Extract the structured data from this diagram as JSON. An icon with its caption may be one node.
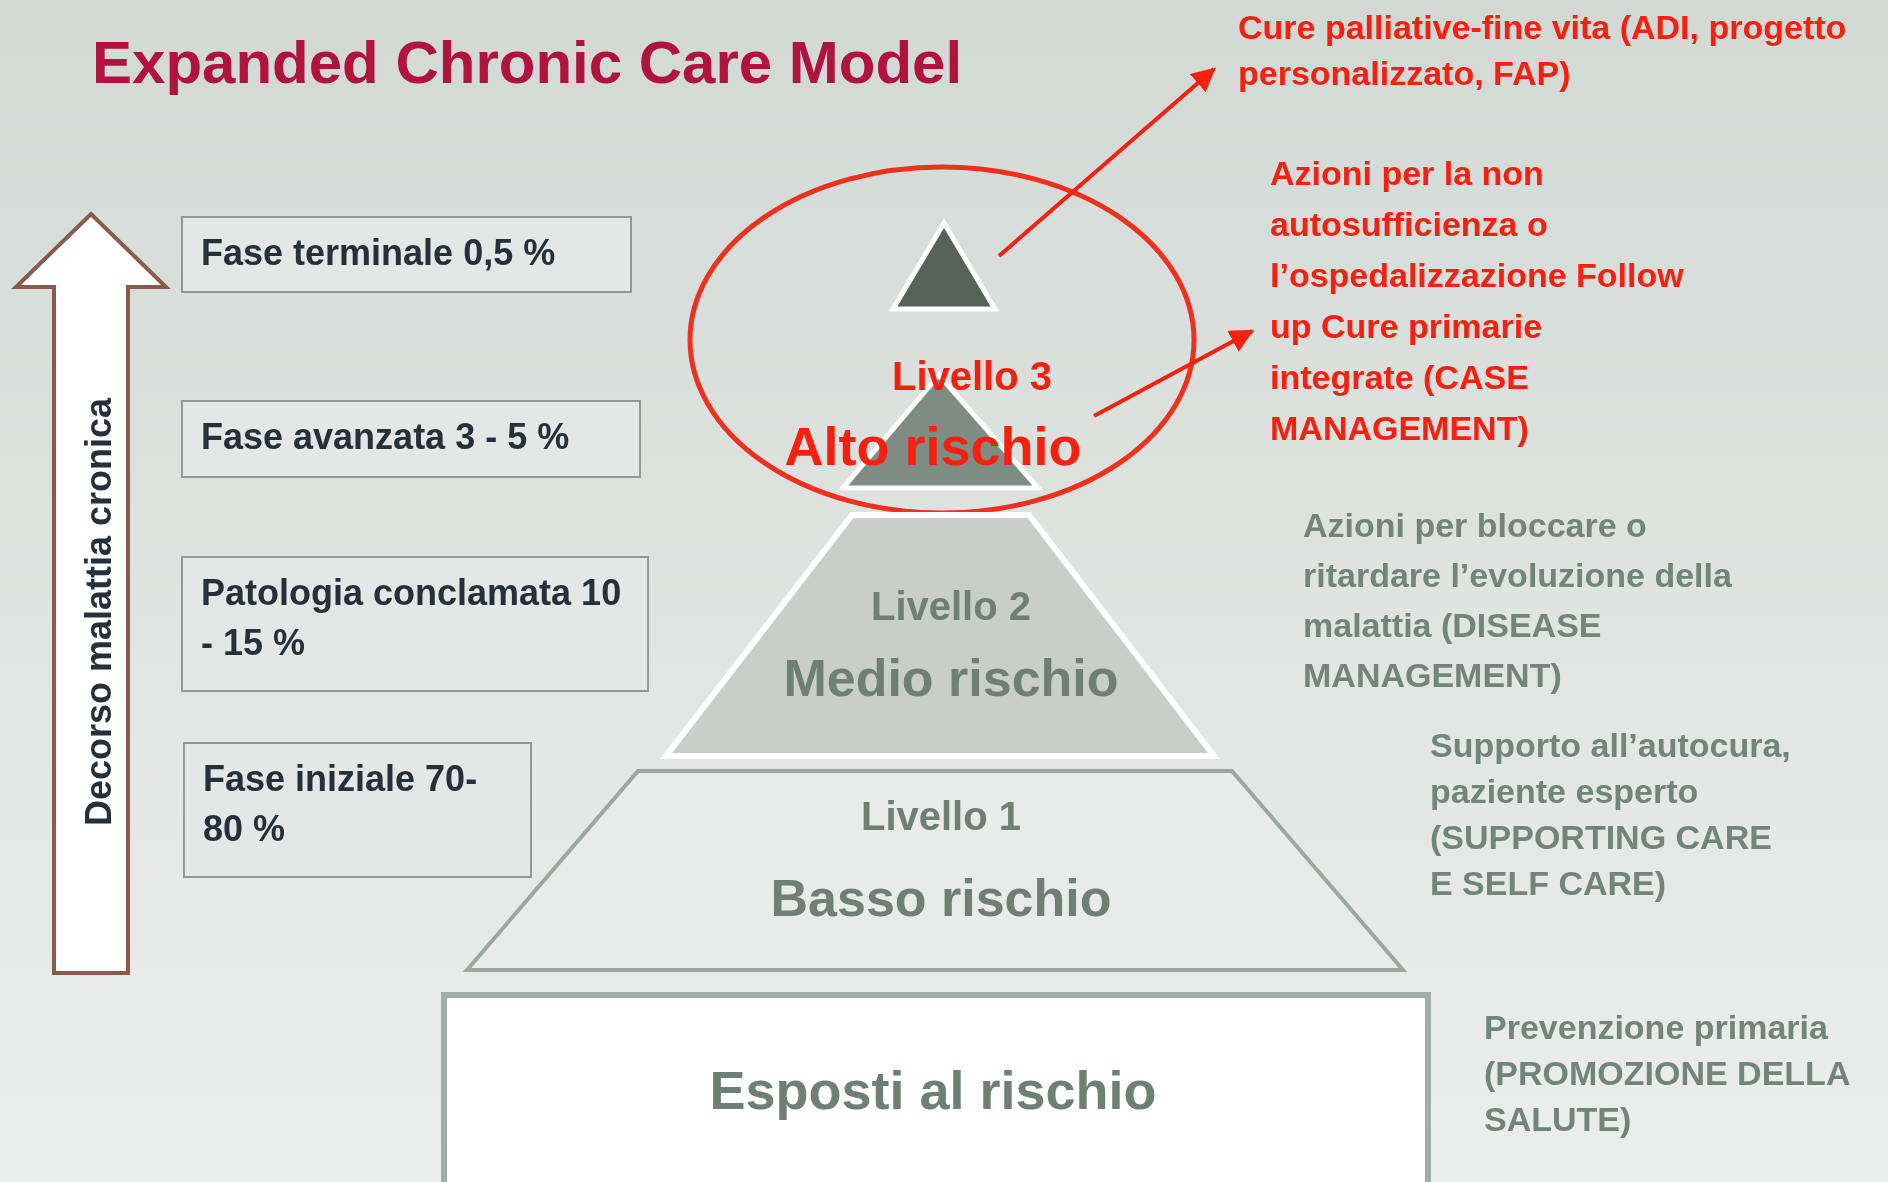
{
  "diagram": {
    "title": "Expanded Chronic Care Model",
    "nodes": [
      {
        "text": [
          "Fase terminale 0,5 %"
        ]
      },
      {
        "text": [
          "Fase avanzata 3 - 5 %"
        ]
      },
      {
        "text": [
          "Patologia conclamata 10 - 15 %"
        ]
      },
      {
        "text": [
          "Fase iniziale 70-80 %"
        ]
      },
      {
        "text": [],
        "shape": "ellipse"
      },
      {
        "text": [],
        "shape": "triangle",
        "in": 4
      },
      {
        "text": [
          "Livello 3",
          "Alto rischio"
        ],
        "in": 4
      },
      {
        "text": [
          "Livello 2",
          "Medio rischio"
        ]
      },
      {
        "text": [
          "Livello 1",
          "Basso rischio"
        ]
      },
      {
        "text": [
          "Esposti al rischio"
        ]
      },
      {
        "text": [
          "Cure palliative-fine vita (ADI, progetto personalizzato, FAP)"
        ]
      },
      {
        "text": [
          "Azioni per la non autosufficienza o l’ospedalizzazione Follow up Cure primarie integrate (CASE MANAGEMENT)"
        ]
      }
    ],
    "edges": [
      {
        "from": 5,
        "to": 10,
        "arrow": "to"
      },
      {
        "from": 6,
        "to": 11,
        "arrow": "to"
      }
    ],
    "labels": [
      "Decorso malattia cronica",
      "Azioni per bloccare o ritardare l’evoluzione della malattia (DISEASE MANAGEMENT)",
      "Supporto all’autocura, paziente esperto (SUPPORTING CARE E SELF CARE)",
      "Prevenzione primaria (PROMOZIONE DELLA SALUTE)"
    ]
  }
}
